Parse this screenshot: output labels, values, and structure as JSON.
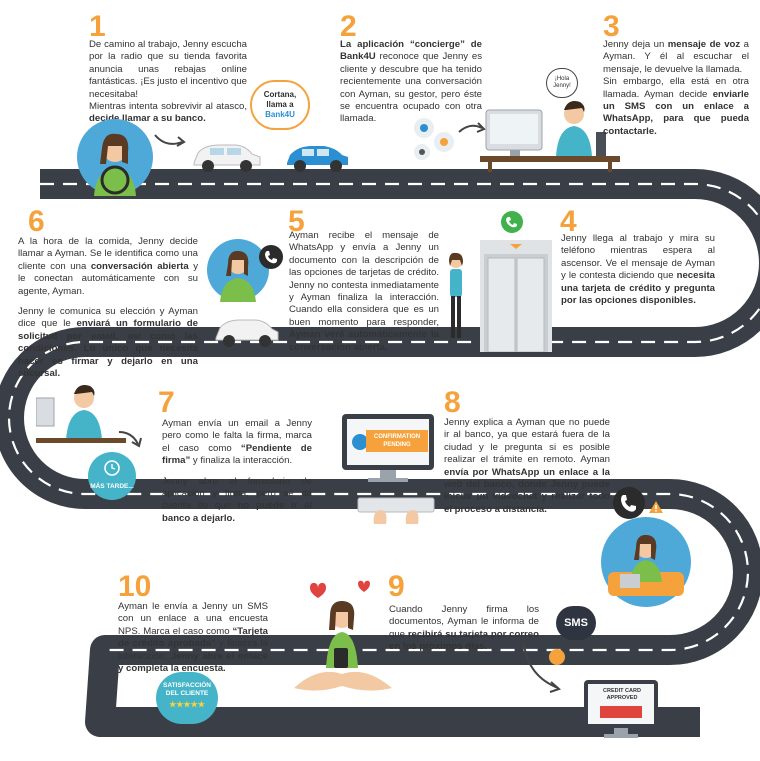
{
  "colors": {
    "accent": "#f5a23c",
    "road": "#3a3f47",
    "lane": "#ffffff",
    "blue": "#2b8fd1",
    "teal": "#45b4c8",
    "skin": "#f3c9a3"
  },
  "steps": {
    "s1": {
      "number": "1",
      "a": "De camino al trabajo, Jenny escucha por la radio que su tienda favorita anuncia unas rebajas online fantásticas. ¡Es justo el incentivo que necesitaba!",
      "b": "Mientras intenta sobrevivir al atasco, ",
      "b_bold": "decide llamar a su banco."
    },
    "s2": {
      "number": "2",
      "bold": "La aplicación “concierge” de Bank4U",
      "rest": " reconoce que Jenny es cliente y descubre que ha tenido recientemente una conversación con Ayman, su gestor, pero éste se encuentra ocupado con otra llamada."
    },
    "s3": {
      "number": "3",
      "a": "Jenny deja un ",
      "a_bold": "mensaje de voz",
      "b": " a Ayman. Y él al escuchar el mensaje, le devuelve la llamada.",
      "c": "Sin embargo, ella está en otra llamada. Ayman decide ",
      "c_bold": "enviarle un SMS con un enlace a WhatsApp, para que pueda contactarle."
    },
    "s4": {
      "number": "4",
      "a": "Jenny llega al trabajo y mira su teléfono mientras espera al ascensor. Ve el mensaje de Ayman y le contesta diciendo que ",
      "a_bold": "necesita una tarjeta de crédito y pregunta por las opciones disponibles."
    },
    "s5": {
      "number": "5",
      "a": "Ayman recibe el mensaje de WhatsApp y envía a Jenny un documento con la descripción de las opciones de tarjetas de crédito. Jenny no contesta inmediatamente y Ayman finaliza la interacción. Cuando ella considera que es un buen momento para responder, ",
      "a_bold": "Ayman verá automáticamente la conversación abierta."
    },
    "s6": {
      "number": "6",
      "a": "A la hora de la comida, Jenny decide llamar a Ayman. Se le identifica como una cliente con una ",
      "a_bold": "conversación abierta",
      "a2": " y le conectan automáticamente con su agente, Ayman.",
      "b": "Jenny le comunica su elección y Ayman dice que le ",
      "b_bold": "enviará un formulario de solicitud por email, así como las condiciones. Lo único que necesita hacer es firmar y dejarlo en una sucursal."
    },
    "s7": {
      "number": "7",
      "a": "Ayman envía un email a Jenny pero como le falta la firma, marca el caso como ",
      "a_bold": "“Pendiente de firma”",
      "a2": " y finaliza la interacción.",
      "b": "Jenny abre el formulario de aplicación y firma, pero se da cuenta de que ",
      "b_bold": "no puede ir al banco a dejarlo."
    },
    "s8": {
      "number": "8",
      "a": "Jenny explica a Ayman que no puede ir al banco, ya que estará fuera de la ciudad y le pregunta si es posible realizar el trámite en remoto. Ayman ",
      "a_bold": "envía por WhatsApp un enlace a la web del banco, donde Jenny puede iniciar un videochat y realizar todo el proceso a distancia."
    },
    "s9": {
      "number": "9",
      "a": "Cuando Jenny firma los documentos, Ayman le informa de que ",
      "a_bold": "recibirá su tarjeta por correo en los próximos días."
    },
    "s10": {
      "number": "10",
      "a": "Ayman le envía a Jenny un SMS con un enlace a una encuesta NPS. Marca el caso como ",
      "a_bold": "“Tarjeta de crédito aprobada”",
      "a2": " y finaliza la interacción. ",
      "b_bold": "Jenny abre el enlace y completa la encuesta."
    }
  },
  "bubbles": {
    "cortana": [
      "Cortana,",
      "llama a",
      "Bank4U"
    ],
    "hola": [
      "¡Hola",
      "Jenny!"
    ],
    "mas_tarde": "MÁS TARDE...",
    "confirmation": [
      "CONFIRMATION",
      "PENDING"
    ],
    "sms": "SMS",
    "satisfaccion": [
      "SATISFACCIÓN",
      "DEL CLIENTE"
    ],
    "stars": "★★★★★",
    "approved": [
      "CREDIT CARD",
      "APPROVED"
    ]
  },
  "icons": [
    "phone-icon",
    "whatsapp-icon",
    "clock-icon",
    "warning-icon",
    "heart-icon",
    "arrow-icon"
  ]
}
